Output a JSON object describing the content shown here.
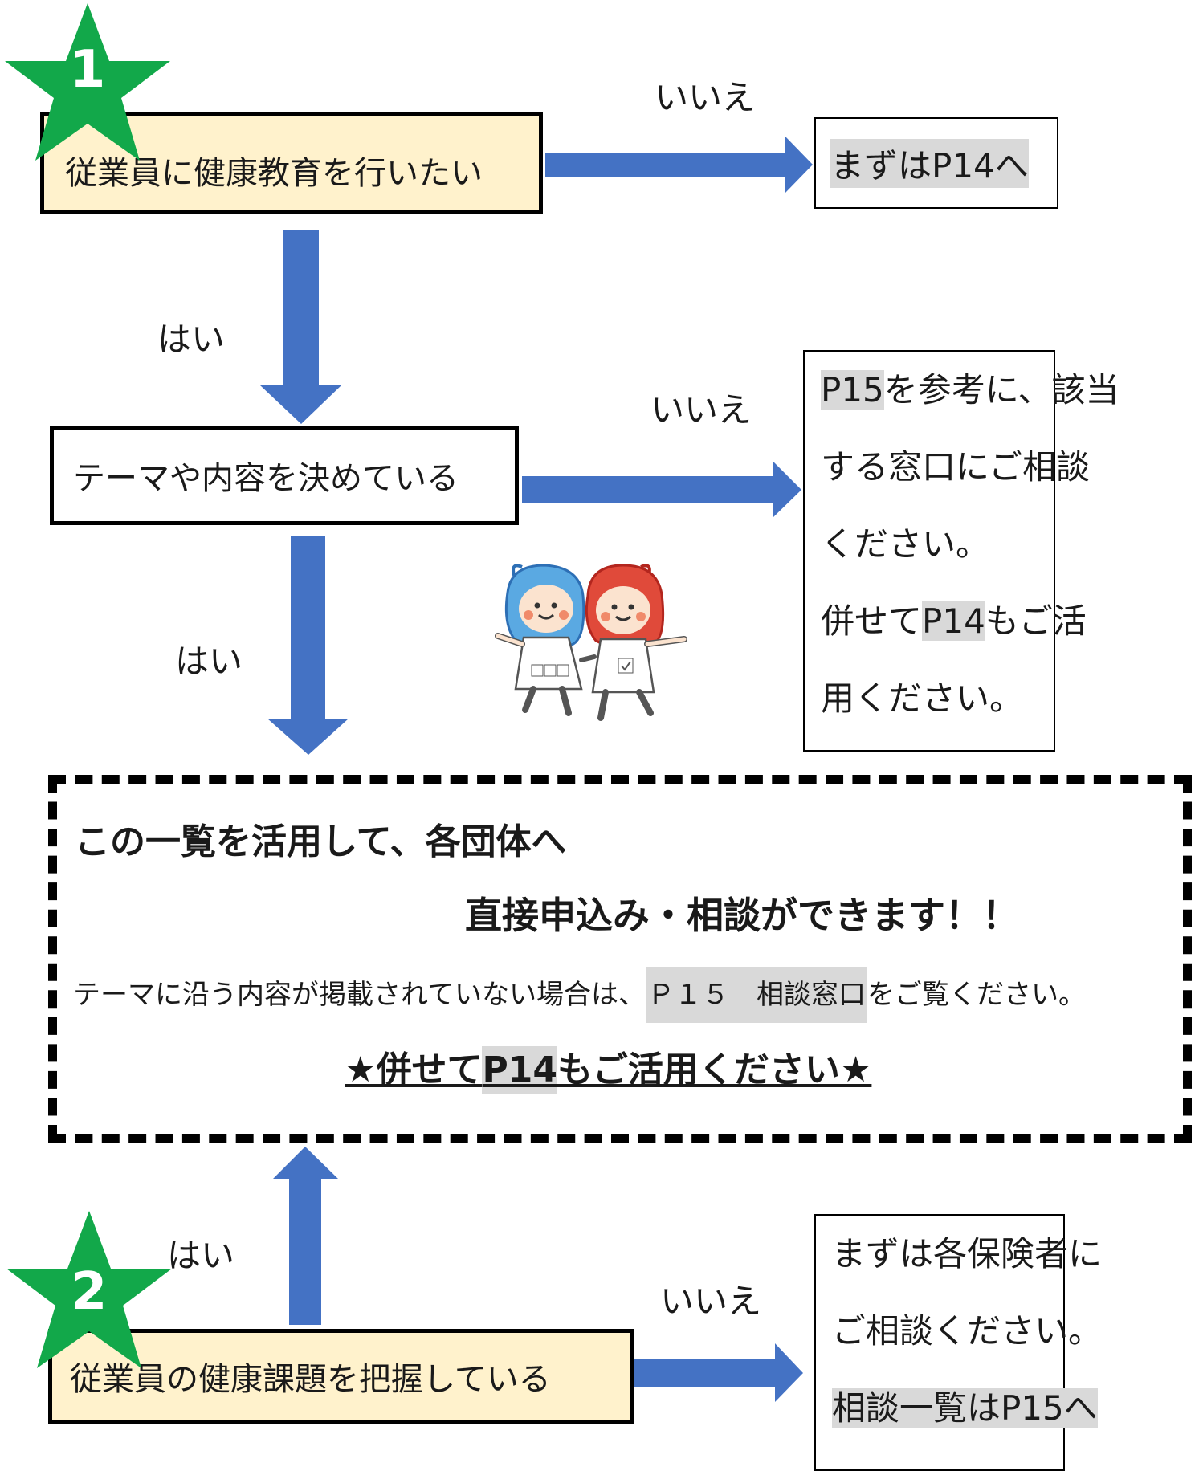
{
  "q1": {
    "number": "1",
    "question": "従業員に健康教育を行いたい",
    "no_label": "いいえ",
    "yes_label": "はい",
    "no_result": "まずはP14へ"
  },
  "q2": {
    "question": "テーマや内容を決めている",
    "no_label": "いいえ",
    "yes_label": "はい",
    "no_result": {
      "line1_hl": "P15",
      "line1_rest": "を参考に、該当",
      "line2": "する窓口にご相談",
      "line3": "ください。",
      "line4_pre": "併せて",
      "line4_hl": "P14",
      "line4_post": "もご活",
      "line5": "用ください。"
    }
  },
  "center": {
    "line1": "この一覧を活用して、各団体へ",
    "line2": "直接申込み・相談ができます！！",
    "line3_pre": "テーマに沿う内容が掲載されていない場合は、",
    "line3_hl": "Ｐ１５　相談窓口",
    "line3_post": "をご覧ください。",
    "line4_pre": "★併せて",
    "line4_hl": "P14",
    "line4_post": "もご活用ください★"
  },
  "q3": {
    "number": "2",
    "question": "従業員の健康課題を把握している",
    "no_label": "いいえ",
    "yes_label": "はい",
    "no_result": {
      "line1": "まずは各保険者に",
      "line2": "ご相談ください。",
      "line3_hl": "相談一覧はP15へ"
    }
  },
  "colors": {
    "arrow": "#4472c4",
    "star": "#12a84a",
    "question_fill": "#fff2cc",
    "highlight": "#d9d9d9"
  }
}
